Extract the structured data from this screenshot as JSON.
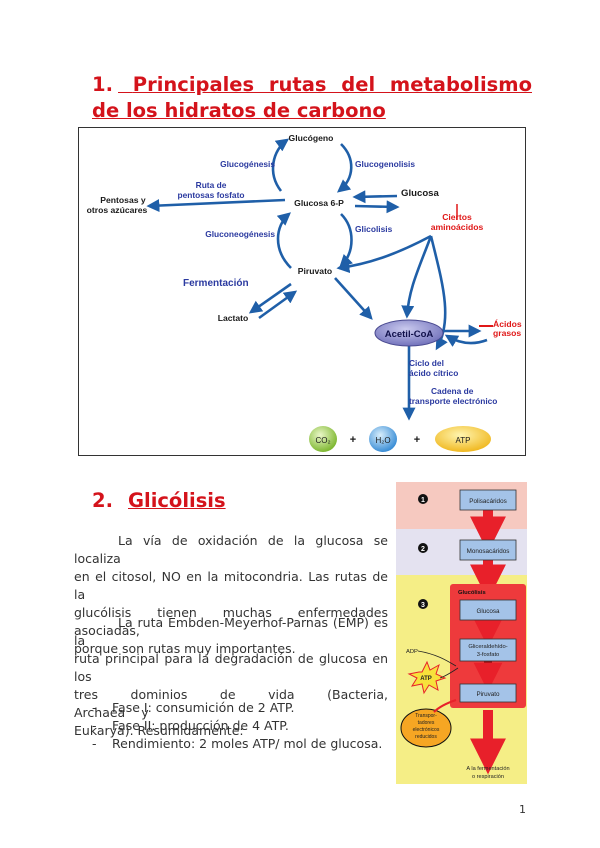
{
  "section1": {
    "number": "1.",
    "title": "Principales rutas del metabolismo de los hidratos de carbono"
  },
  "figure1": {
    "glucogeno": "Glucógeno",
    "glucogenesis": "Glucogénesis",
    "glucogenolisis": "Glucogenolisis",
    "ruta_pentosas_1": "Ruta de",
    "ruta_pentosas_2": "pentosas fosfato",
    "pentosas_1": "Pentosas y",
    "pentosas_2": "otros azúcares",
    "glucosa6p": "Glucosa 6-P",
    "glucosa": "Glucosa",
    "ciertos_1": "Ciertos",
    "ciertos_2": "aminoácidos",
    "gluconeogenesis": "Gluconeogénesis",
    "glicolisis": "Glicolisis",
    "fermentacion": "Fermentación",
    "piruvato": "Piruvato",
    "lactato": "Lactato",
    "acetilcoa": "Acetil-CoA",
    "acidos_1": "Ácidos",
    "acidos_2": "grasos",
    "ciclo_1": "Ciclo del",
    "ciclo_2": "ácido cítrico",
    "cadena_1": "Cadena de",
    "cadena_2": "transporte electrónico",
    "co2": "CO₂",
    "plus1": "+",
    "h2o": "H₂O",
    "plus2": "+",
    "atp": "ATP"
  },
  "section2": {
    "number": "2.",
    "title": "Glicólisis"
  },
  "paragraphs": {
    "p1": [
      "La vía de oxidación de la glucosa se localiza",
      "en el citosol, NO en la mitocondria. Las rutas de la",
      "glucólisis tienen muchas enfermedades asociadas,",
      "porque son rutas muy importantes."
    ],
    "p2": [
      "La ruta Embden-Meyerhof-Parnas (EMP) es la",
      "ruta principal para la degradación de glucosa en los",
      "tres dominios de vida (Bacteria, Archaea y",
      "Eukarya). Resumidamente:"
    ]
  },
  "bullets": {
    "dash": "-",
    "items": [
      "Fase I: consumición de 2 ATP.",
      "Fase II: producción de 4 ATP.",
      "Rendimiento: 2 moles ATP/ mol de glucosa."
    ]
  },
  "figure2": {
    "step1": "1",
    "step2": "2",
    "step3": "3",
    "polisacaridos": "Polisacáridos",
    "monosacaridos": "Monosacáridos",
    "glucolisis": "Glucólisis",
    "glucosa": "Glucosa",
    "gliceraldehido_1": "Gliceraldehído-",
    "gliceraldehido_2": "3-fosfato",
    "piruvato": "Piruvato",
    "adp": "ADP",
    "atp": "ATP",
    "transp_1": "Transpor-",
    "transp_2": "tadores",
    "transp_3": "electrónicos",
    "transp_4": "reducidos",
    "final_1": "A la fermentación",
    "final_2": "o respiración"
  },
  "page_number": "1",
  "colors": {
    "heading": "#d4131b",
    "diagram_blue": "#1f5fa8",
    "label_blue": "#2b3aa0",
    "label_red": "#e01818"
  }
}
